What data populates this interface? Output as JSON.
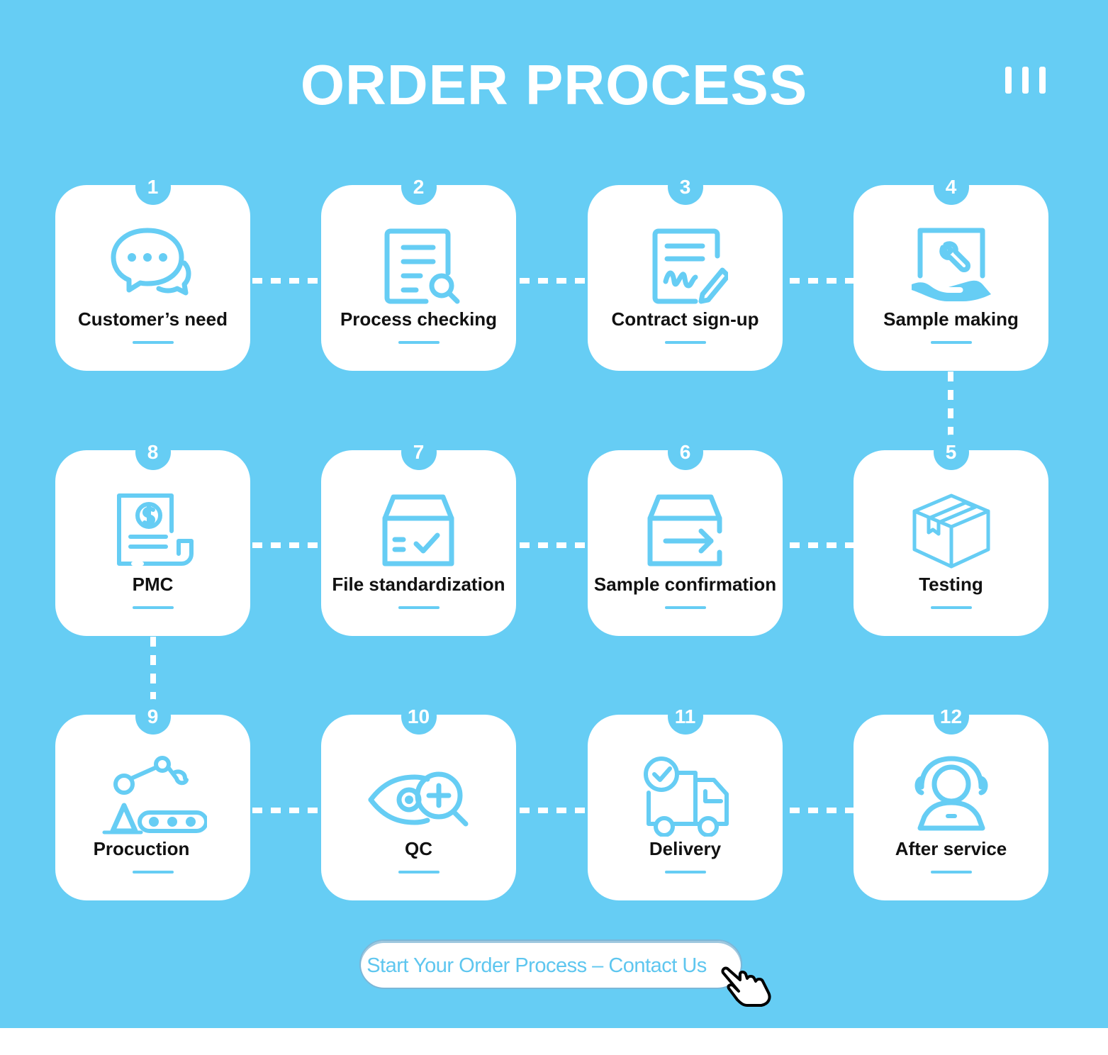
{
  "header": {
    "title": "ORDER PROCESS",
    "menu_icon": "menu-bars-icon"
  },
  "colors": {
    "background": "#66cdf4",
    "card": "#ffffff",
    "accent": "#66cdf4",
    "label": "#111111"
  },
  "steps": [
    {
      "number": "1",
      "label": "Customer’s need",
      "icon": "chat-bubbles-icon"
    },
    {
      "number": "2",
      "label": "Process checking",
      "icon": "document-search-icon"
    },
    {
      "number": "3",
      "label": "Contract sign-up",
      "icon": "contract-pen-icon"
    },
    {
      "number": "4",
      "label": "Sample making",
      "icon": "tablet-wrench-hand-icon"
    },
    {
      "number": "5",
      "label": "Testing",
      "icon": "package-box-icon"
    },
    {
      "number": "6",
      "label": "Sample confirmation",
      "icon": "box-arrow-icon"
    },
    {
      "number": "7",
      "label": "File standardization",
      "icon": "box-check-icon"
    },
    {
      "number": "8",
      "label": "PMC",
      "icon": "invoice-dollar-icon"
    },
    {
      "number": "9",
      "label": "Procuction",
      "icon": "robot-arm-conveyor-icon"
    },
    {
      "number": "10",
      "label": "QC",
      "icon": "eye-magnifier-icon"
    },
    {
      "number": "11",
      "label": "Delivery",
      "icon": "delivery-truck-icon"
    },
    {
      "number": "12",
      "label": "After service",
      "icon": "headset-agent-icon"
    }
  ],
  "cta": {
    "label": "Start Your Order Process – Contact Us",
    "icon": "pointing-hand-icon"
  }
}
